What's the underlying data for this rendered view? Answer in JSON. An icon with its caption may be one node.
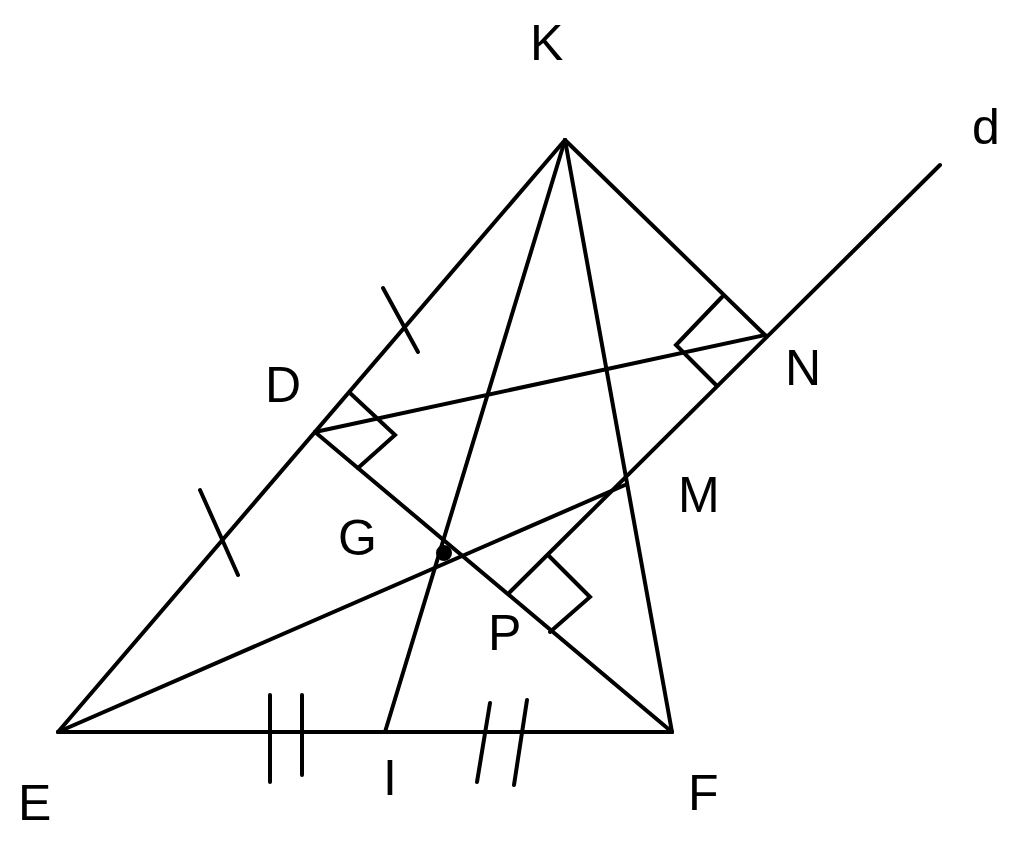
{
  "diagram": {
    "labels": [
      "K",
      "d",
      "D",
      "N",
      "M",
      "G",
      "P",
      "E",
      "I",
      "F"
    ]
  }
}
